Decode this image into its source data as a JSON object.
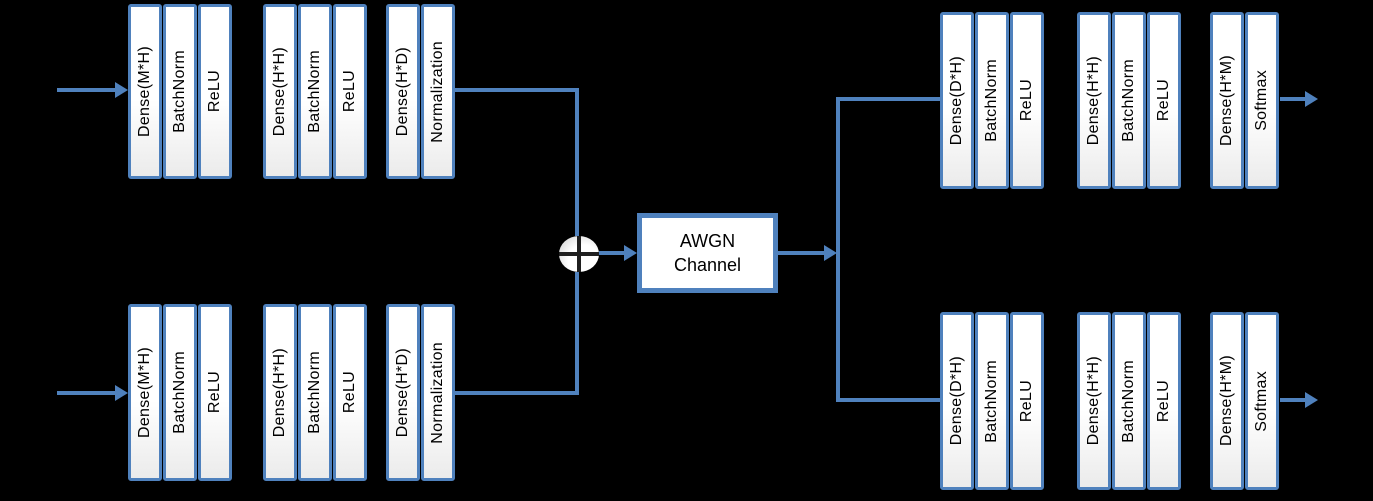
{
  "colors": {
    "background": "#000000",
    "accent": "#4f81bd",
    "block_fill": "#ffffff",
    "label_text": "#000000",
    "adder_cross": "#1f1f1f"
  },
  "encoders": [
    {
      "groups": [
        {
          "bars": [
            "Dense(M*H)",
            "BatchNorm",
            "ReLU"
          ]
        },
        {
          "bars": [
            "Dense(H*H)",
            "BatchNorm",
            "ReLU"
          ]
        },
        {
          "bars": [
            "Dense(H*D)",
            "Normalization"
          ]
        }
      ]
    },
    {
      "groups": [
        {
          "bars": [
            "Dense(M*H)",
            "BatchNorm",
            "ReLU"
          ]
        },
        {
          "bars": [
            "Dense(H*H)",
            "BatchNorm",
            "ReLU"
          ]
        },
        {
          "bars": [
            "Dense(H*D)",
            "Normalization"
          ]
        }
      ]
    }
  ],
  "decoders": [
    {
      "groups": [
        {
          "bars": [
            "Dense(D*H)",
            "BatchNorm",
            "ReLU"
          ]
        },
        {
          "bars": [
            "Dense(H*H)",
            "BatchNorm",
            "ReLU"
          ]
        },
        {
          "bars": [
            "Dense(H*M)",
            "Softmax"
          ]
        }
      ]
    },
    {
      "groups": [
        {
          "bars": [
            "Dense(D*H)",
            "BatchNorm",
            "ReLU"
          ]
        },
        {
          "bars": [
            "Dense(H*H)",
            "BatchNorm",
            "ReLU"
          ]
        },
        {
          "bars": [
            "Dense(H*M)",
            "Softmax"
          ]
        }
      ]
    }
  ],
  "channel": {
    "line1": "AWGN",
    "line2": "Channel"
  },
  "adder": {
    "icon": "plus-circle-icon"
  }
}
